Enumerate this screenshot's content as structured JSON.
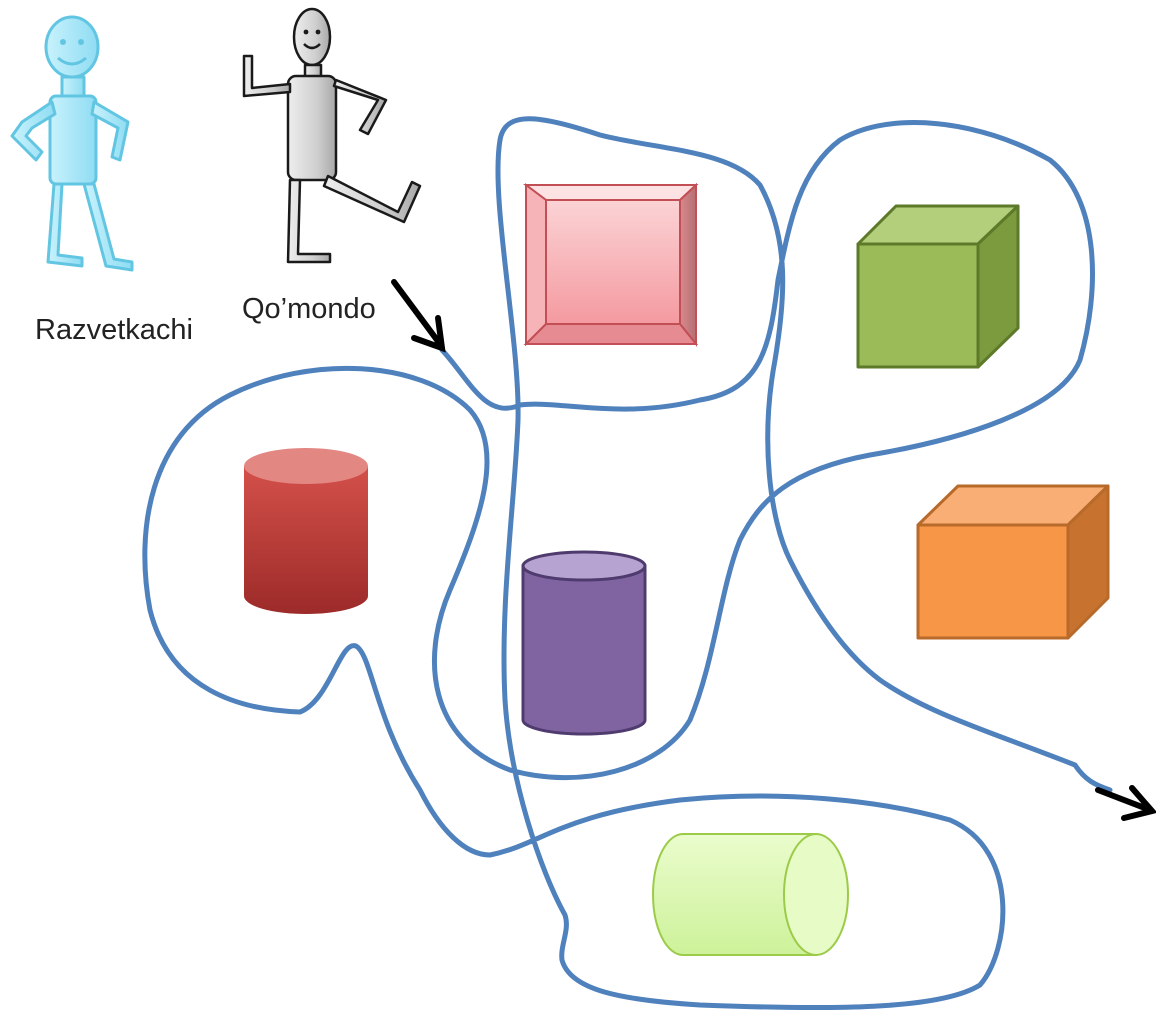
{
  "labels": {
    "scout": "Razvetkachi",
    "commander": "Qo’mondo"
  },
  "figures": [
    {
      "role": "scout",
      "color": "#9fe3f7"
    },
    {
      "role": "commander",
      "color": "#c9c9c9"
    }
  ],
  "objects": [
    {
      "name": "pink-box",
      "color": "#f7a3a7"
    },
    {
      "name": "green-cube",
      "color": "#9bbb59"
    },
    {
      "name": "orange-cube",
      "color": "#f79646"
    },
    {
      "name": "red-cylinder",
      "color": "#c0504d"
    },
    {
      "name": "purple-cylinder",
      "color": "#8064a2"
    },
    {
      "name": "light-green-cylinder",
      "color": "#d7f5a3"
    }
  ],
  "path": {
    "color": "#4f81bd",
    "arrow_color": "#000000"
  }
}
